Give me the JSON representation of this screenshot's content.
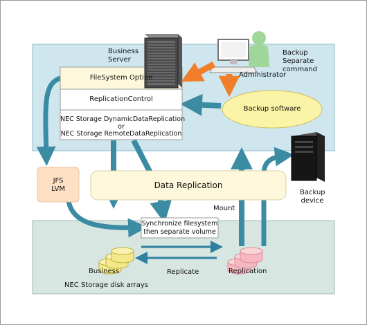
{
  "labels": {
    "business_server": [
      "Business",
      "Server"
    ],
    "backup_command": [
      "Backup",
      "Separate",
      "command"
    ],
    "administrator": "Administrator",
    "filesystem_option": "FileSystem Option",
    "replication_control": "ReplicationControl",
    "nec_ddr": "NEC Storage DynamicDataReplication",
    "or": "or",
    "nec_rdr": "NEC Storage RemoteDataReplication",
    "backup_software": "Backup software",
    "jfs": "JFS",
    "lvm": "LVM",
    "data_replication": "Data Replication",
    "mount": "Mount",
    "backup_device": [
      "Backup",
      "device"
    ],
    "sync_line1": "Synchronize filesystem",
    "sync_line2": "then separate volume",
    "business_disk": "Business",
    "replication_disk": "Replication",
    "replicate": "Replicate",
    "nec_arrays": "NEC Storage disk arrays"
  },
  "colors": {
    "server_zone": "#cfe6ee",
    "storage_zone": "#d7e6e1",
    "teal_arrow": "#3b8ba3",
    "orange_arrow": "#f07e2a",
    "yellow_ellipse": "#fbf3a5",
    "cream_box": "#fdf8dc",
    "jfs_box": "#fde0c4",
    "disk_yellow": "#f4e98a",
    "disk_pink": "#f6b8c0",
    "person_green": "#9fd69a"
  }
}
